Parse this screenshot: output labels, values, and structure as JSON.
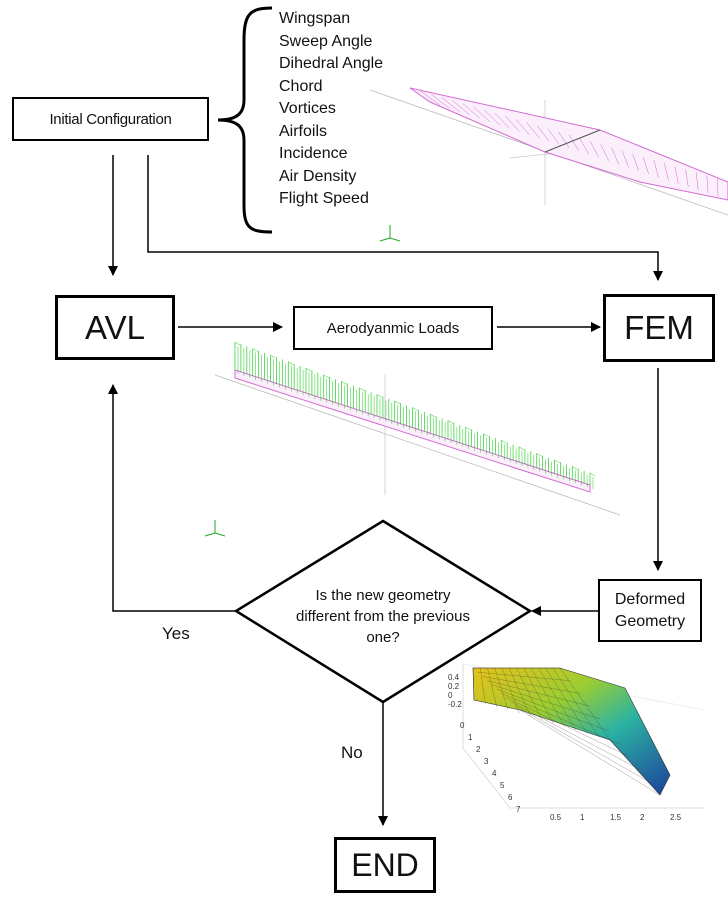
{
  "flow": {
    "initial_configuration": "Initial Configuration",
    "avl": "AVL",
    "aerodynamic_loads": "Aerodyanmic Loads",
    "fem": "FEM",
    "deformed_geometry_line1": "Deformed",
    "deformed_geometry_line2": "Geometry",
    "decision_line1": "Is the new geometry",
    "decision_line2": "different from the previous",
    "decision_line3": "one?",
    "yes": "Yes",
    "no": "No",
    "end": "END"
  },
  "parameters": [
    "Wingspan",
    "Sweep Angle",
    "Dihedral Angle",
    "Chord",
    "Vortices",
    "Airfoils",
    "Incidence",
    "Air Density",
    "Flight Speed"
  ],
  "surface_plot": {
    "z_ticks": [
      "0.4",
      "0.2",
      "0",
      "-0.2"
    ],
    "y_ticks": [
      "0",
      "1",
      "2",
      "3",
      "4",
      "5",
      "6",
      "7"
    ],
    "x_ticks": [
      "0.5",
      "1",
      "1.5",
      "2",
      "2.5"
    ]
  },
  "colors": {
    "mesh": "#d36bd3",
    "loads": "#22cc22",
    "line": "#000000"
  }
}
